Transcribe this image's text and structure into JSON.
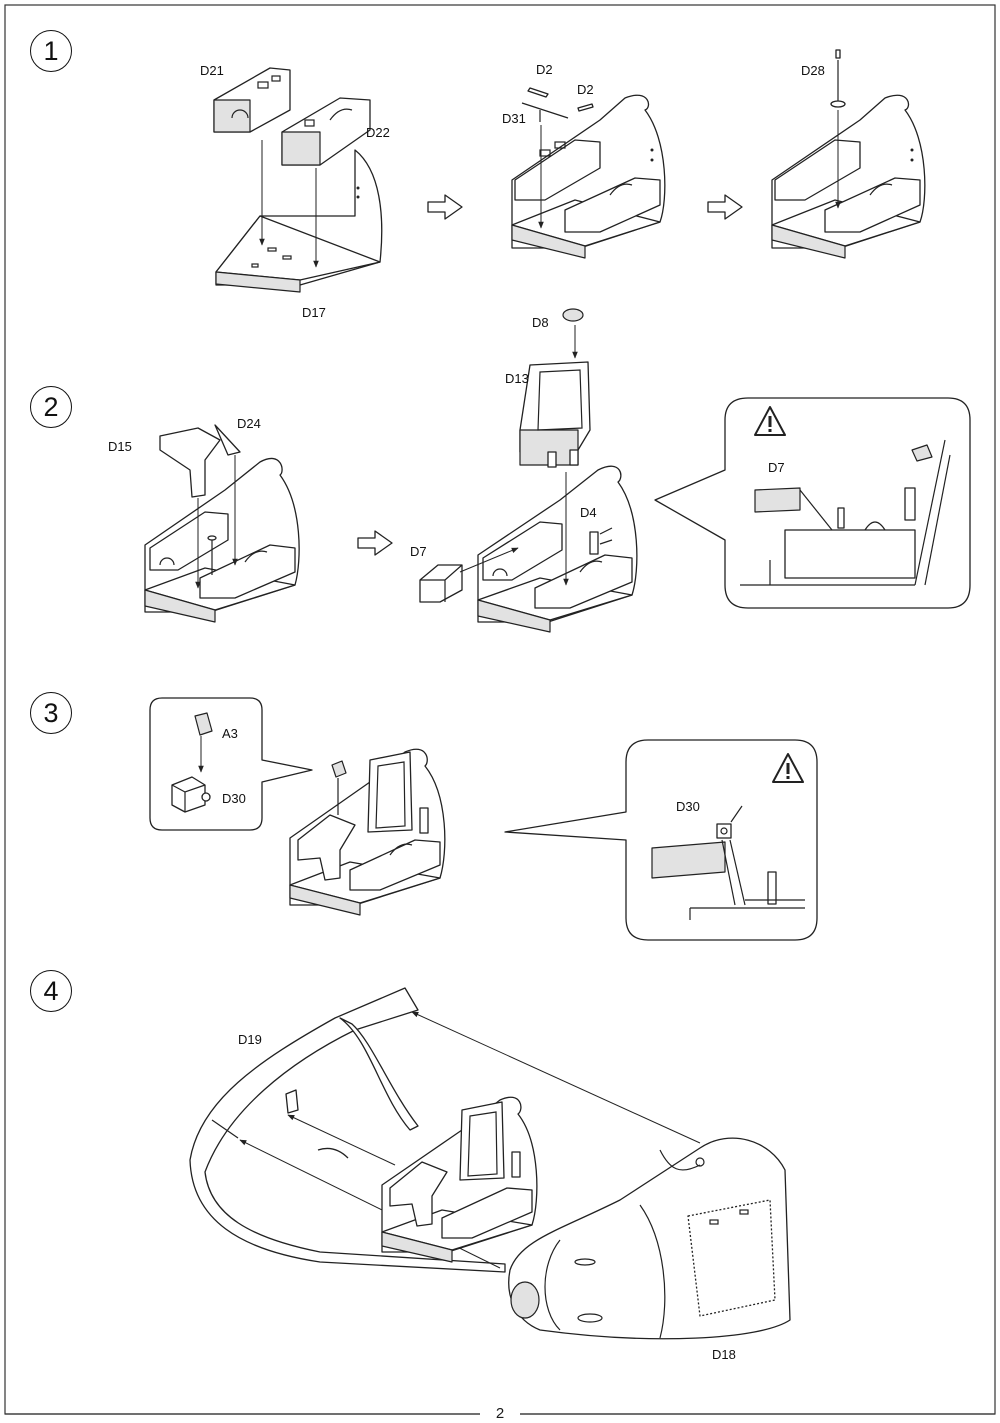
{
  "page": {
    "number": "2"
  },
  "steps": [
    {
      "number": "1"
    },
    {
      "number": "2"
    },
    {
      "number": "3"
    },
    {
      "number": "4"
    }
  ],
  "labels": {
    "d21": "D21",
    "d22": "D22",
    "d17": "D17",
    "d2_a": "D2",
    "d2_b": "D2",
    "d31": "D31",
    "d28": "D28",
    "d8": "D8",
    "d13": "D13",
    "d15": "D15",
    "d24": "D24",
    "d7_main": "D7",
    "d4": "D4",
    "d7_detail": "D7",
    "a3": "A3",
    "d30_inset": "D30",
    "d30_detail": "D30",
    "d19": "D19",
    "d18": "D18"
  },
  "icons": {
    "warning": "warning-triangle-icon",
    "step_arrow": "hollow-right-arrow-icon"
  }
}
